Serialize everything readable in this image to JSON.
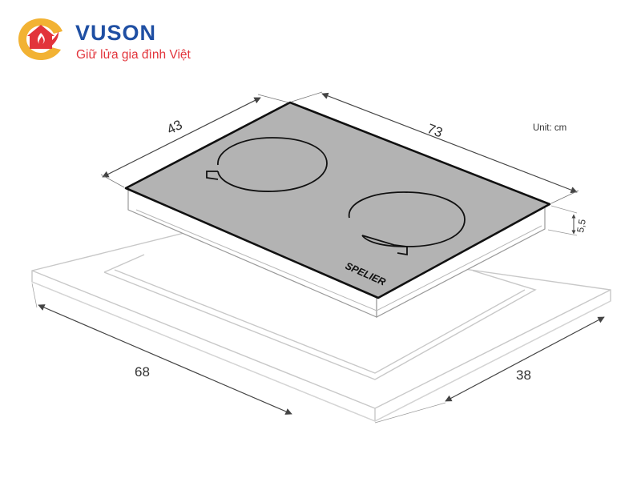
{
  "brand": {
    "name": "VUSON",
    "tagline": "Giữ lửa gia đình Việt",
    "colors": {
      "primary": "#1f4fa3",
      "accent": "#e2343b",
      "secondary": "#f2b233"
    },
    "logo_icon": "house-flame-logo-icon"
  },
  "diagram": {
    "unit_label": "Unit: cm",
    "brand_on_hob": "SPELIER",
    "dimensions": {
      "hob_depth": "43",
      "hob_width": "73",
      "hob_height": "5,5",
      "cutout_width": "68",
      "cutout_depth": "38"
    },
    "colors": {
      "glass": "#b3b3b3",
      "outline": "#111111",
      "dimension_line": "#444444",
      "counter_line": "#c8c8c8",
      "counter_line_dark": "#999999"
    }
  }
}
